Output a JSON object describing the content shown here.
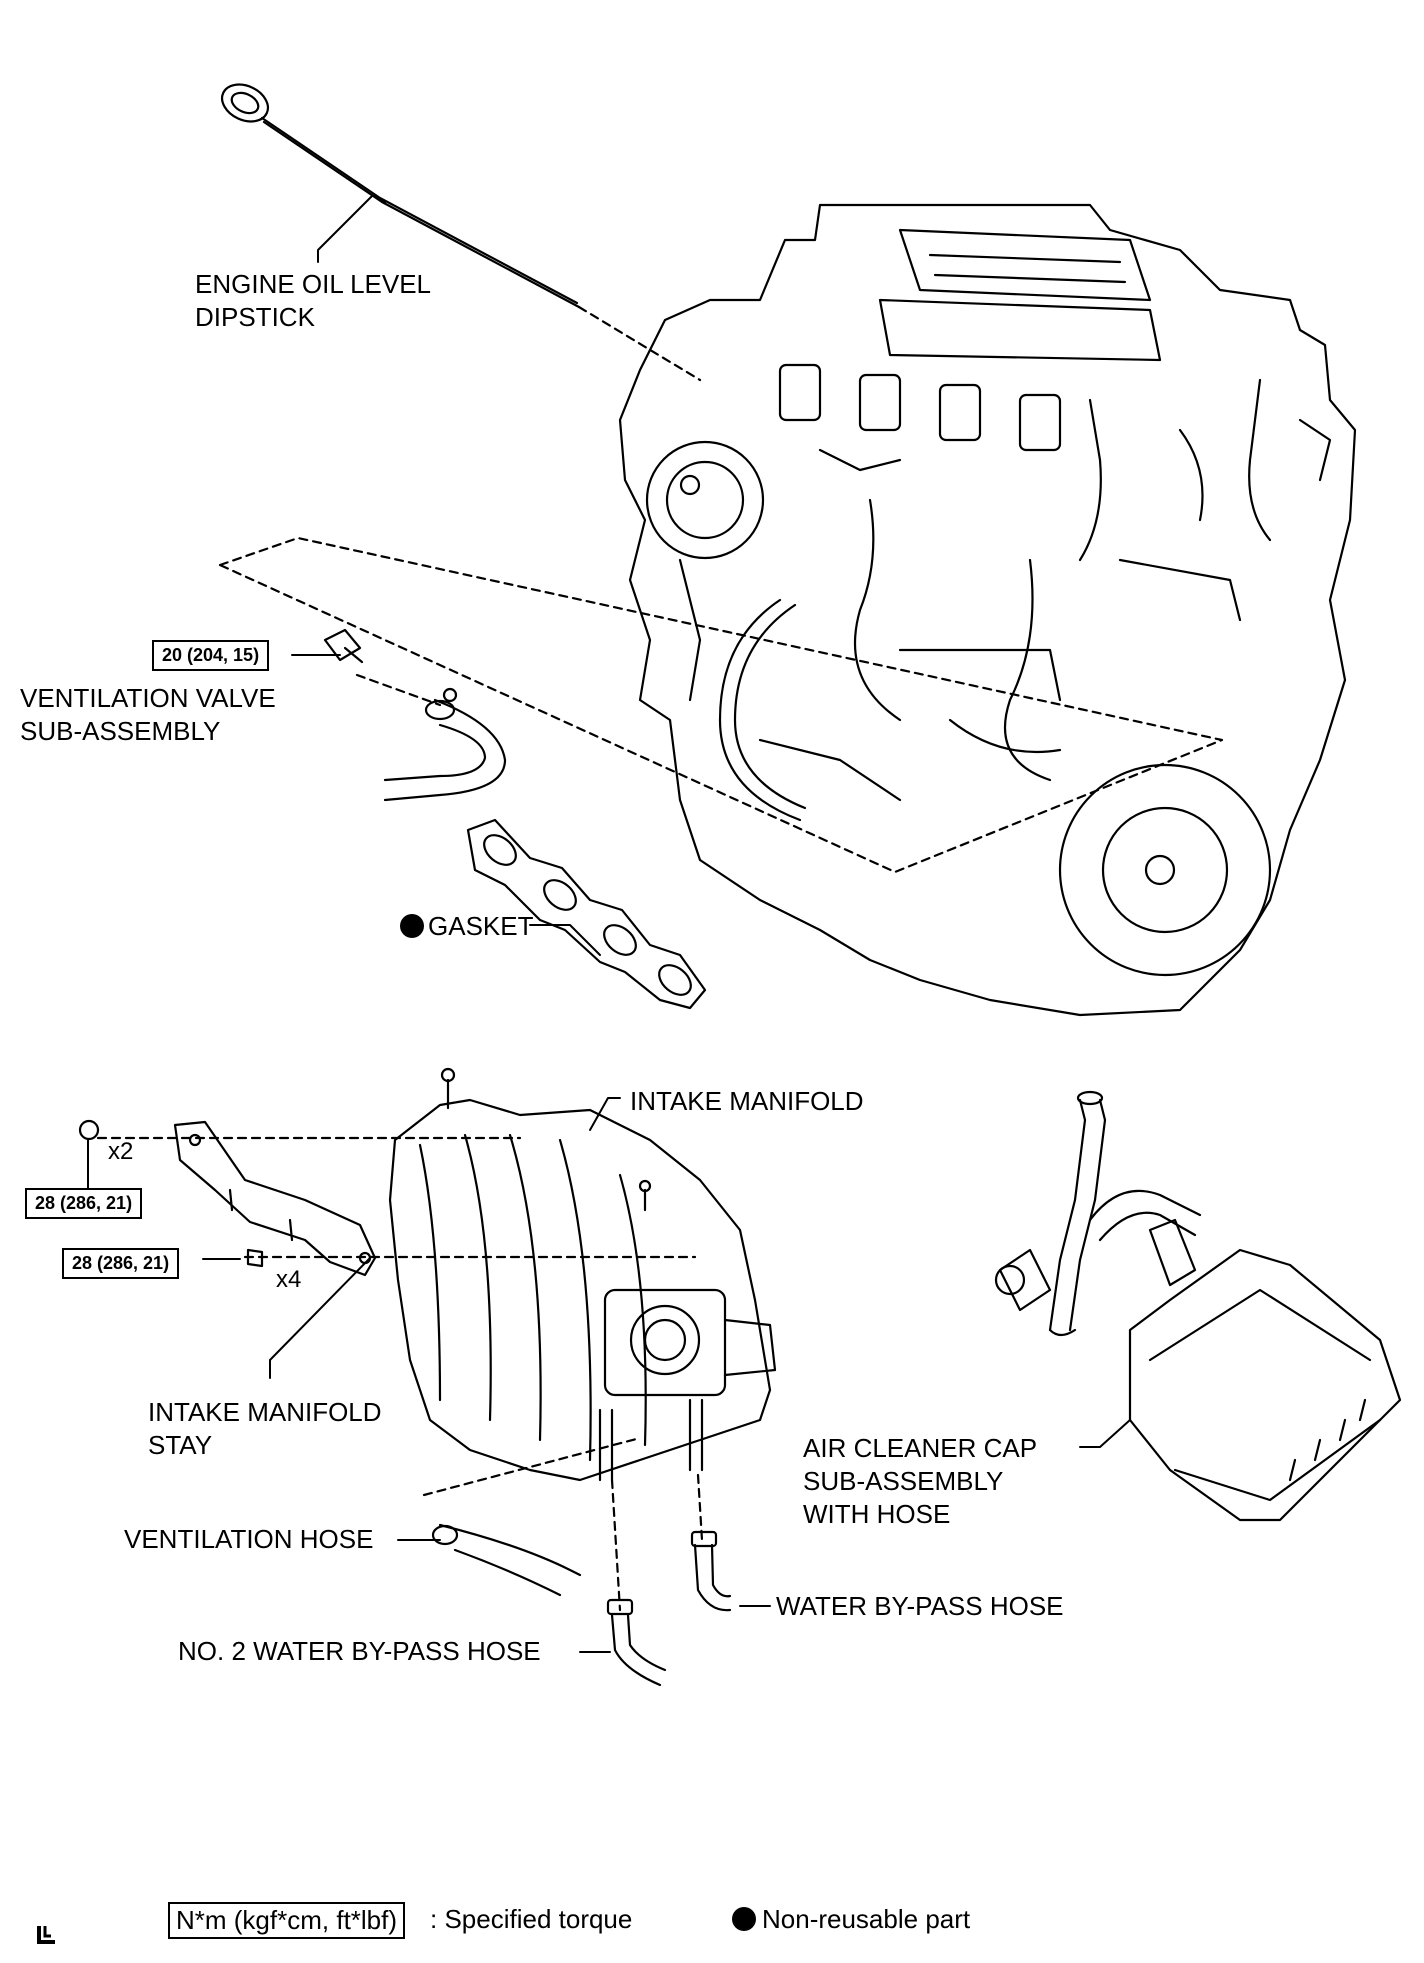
{
  "labels": {
    "dipstick_line1": "ENGINE OIL LEVEL",
    "dipstick_line2": "DIPSTICK",
    "vent_valve_line1": "VENTILATION VALVE",
    "vent_valve_line2": "SUB-ASSEMBLY",
    "gasket": "GASKET",
    "intake_manifold": "INTAKE MANIFOLD",
    "stay_line1": "INTAKE MANIFOLD",
    "stay_line2": "STAY",
    "vent_hose": "VENTILATION HOSE",
    "no2_water_hose": "NO. 2 WATER BY-PASS HOSE",
    "water_hose": "WATER BY-PASS HOSE",
    "air_cleaner_line1": "AIR CLEANER CAP",
    "air_cleaner_line2": "SUB-ASSEMBLY",
    "air_cleaner_line3": "WITH HOSE"
  },
  "torques": {
    "vent_valve": "20 (204, 15)",
    "stay_upper": "28 (286, 21)",
    "stay_lower": "28 (286, 21)"
  },
  "quantities": {
    "upper": "x2",
    "lower": "x4"
  },
  "legend": {
    "torque_unit": "N*m (kgf*cm, ft*lbf)",
    "torque_desc": ": Specified torque",
    "nonreusable": "Non-reusable part"
  },
  "icons": {
    "non_reusable": "filled-circle-icon",
    "corner_mark": "figure-mark-icon"
  }
}
